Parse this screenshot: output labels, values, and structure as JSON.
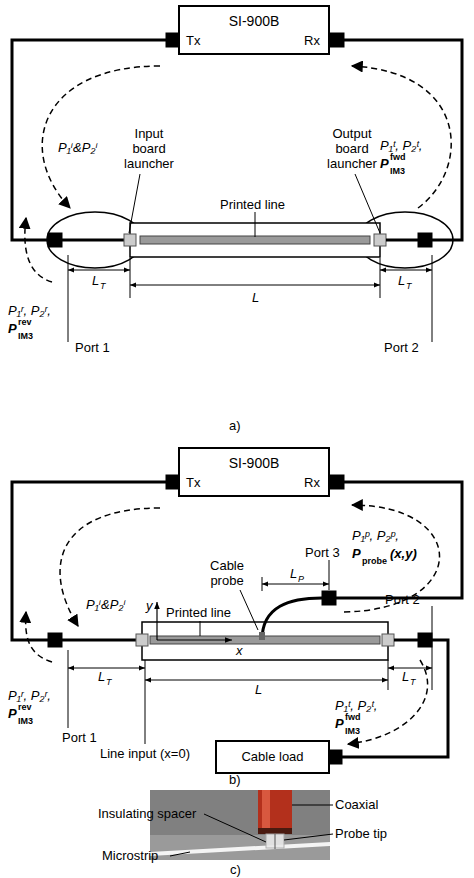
{
  "diagram": {
    "nodes": [
      {
        "text": [
          "SI-900B",
          "Tx",
          "Rx"
        ]
      },
      {
        "text": [
          "SI-900B",
          "Tx",
          "Rx"
        ]
      },
      {
        "text": [
          "Cable load"
        ]
      }
    ],
    "labels": [
      "Input board launcher",
      "Output board launcher",
      "P₁ⁱ&P₂ⁱ",
      "P₁ᵗ, P₂ᵗ,",
      "P",
      "IM3",
      "fwd",
      "Printed line",
      "P₁ʳ, P₂ʳ,",
      "P",
      "IM3",
      "rev",
      "L",
      "T",
      "L",
      "L",
      "T",
      "Port 1",
      "Port 2",
      "a)",
      "Cable probe",
      "Port 3",
      "P₁ᵖ, P₂ᵖ,",
      "P",
      "probe",
      "(x,y)",
      "L",
      "P",
      "Printed line",
      "Port 2",
      "P₁ⁱ&P₂ⁱ",
      "y",
      "x",
      "L",
      "T",
      "L",
      "T",
      "L",
      "P₁ʳ, P₂ʳ,",
      "P",
      "IM3",
      "rev",
      "P₁ᵗ, P₂ᵗ,",
      "P",
      "IM3",
      "fwd",
      "Port 1",
      "Line input (x=0)",
      "b)",
      "Coaxial",
      "Insulating spacer",
      "Probe tip",
      "Microstrip",
      "c)"
    ]
  }
}
